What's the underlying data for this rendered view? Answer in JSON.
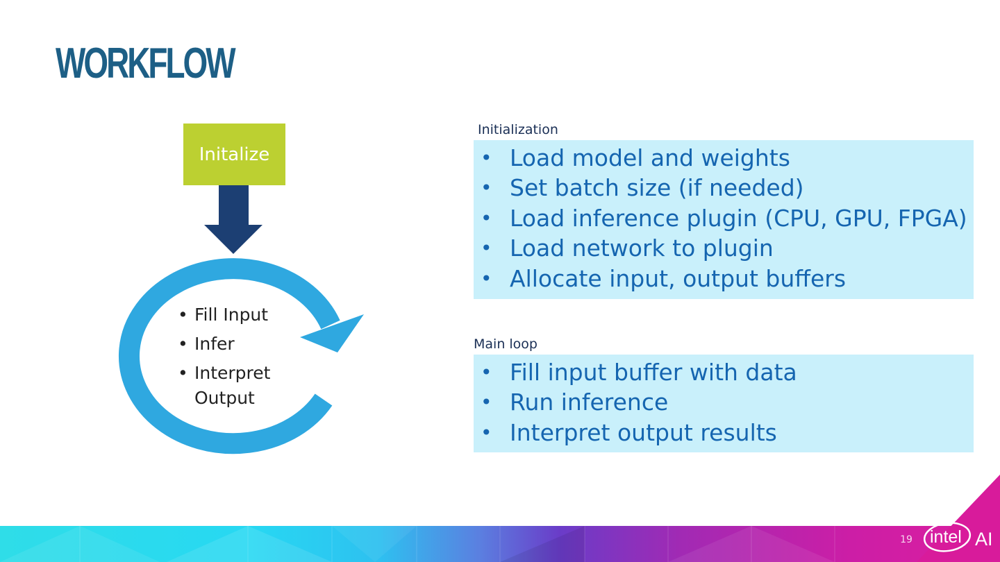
{
  "slide": {
    "title": "WORKFLOW",
    "page_number": "19"
  },
  "diagram": {
    "init_label": "Initalize",
    "loop_items": [
      "Fill Input",
      "Infer",
      "Interpret Output"
    ],
    "colors": {
      "init_box": "#bcd031",
      "arrow": "#1c3f73",
      "loop": "#2fa8e0"
    }
  },
  "initialization": {
    "heading": "Initialization",
    "items": [
      "Load model and weights",
      "Set batch size (if needed)",
      "Load inference plugin (CPU, GPU, FPGA)",
      "Load network to plugin",
      "Allocate input, output buffers"
    ]
  },
  "main_loop": {
    "heading": "Main loop",
    "items": [
      "Fill input buffer with data",
      "Run inference",
      "Interpret output results"
    ]
  },
  "branding": {
    "logo_text": "intel",
    "logo_suffix": "AI",
    "colors": {
      "panel_bg": "#c9f0fb",
      "panel_text": "#1565b0",
      "title": "#1d5f86",
      "accent": "#d81b9b"
    }
  }
}
